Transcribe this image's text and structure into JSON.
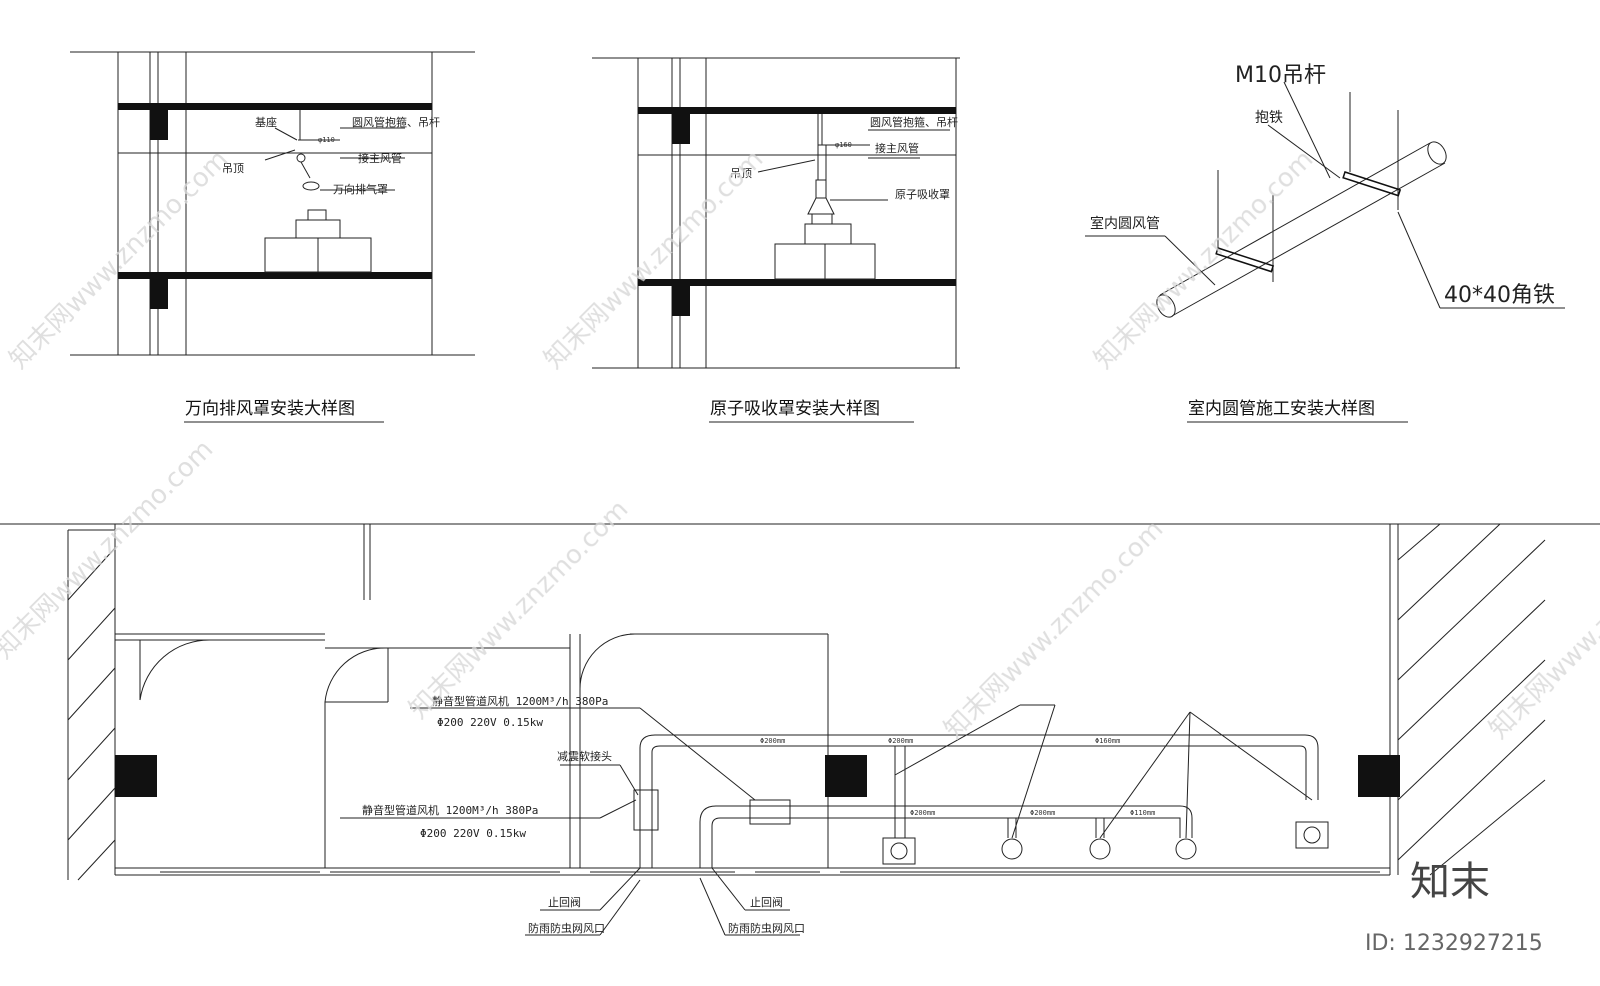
{
  "detail1": {
    "title": "万向排风罩安装大样图",
    "base": "基座",
    "hanger": "圆风管抱箍、吊杆",
    "ceiling": "吊顶",
    "pipe_size": "φ110",
    "connect": "接主风管",
    "hood": "万向排气罩"
  },
  "detail2": {
    "title": "原子吸收罩安装大样图",
    "hanger": "圆风管抱箍、吊杆",
    "ceiling": "吊顶",
    "pipe_size": "φ160",
    "connect": "接主风管",
    "hood": "原子吸收罩"
  },
  "detail3": {
    "title": "室内圆管施工安装大样图",
    "rod": "M10吊杆",
    "clamp": "抱铁",
    "pipe": "室内圆风管",
    "angle": "40*40角铁"
  },
  "plan": {
    "fan_upper_line1": "静音型管道风机 1200M³/h 380Pa",
    "fan_upper_line2": "Φ200 220V 0.15kw",
    "fan_lower_line1": "静音型管道风机 1200M³/h 380Pa",
    "fan_lower_line2": "Φ200 220V 0.15kw",
    "soft_joint": "减震软接头",
    "check_valve_left": "止回阀",
    "check_valve_right": "止回阀",
    "vent_left": "防雨防虫网风口",
    "vent_right": "防雨防虫网风口",
    "d200": "Φ200mm",
    "d160": "Φ160mm",
    "d110": "Φ110mm"
  },
  "watermark": {
    "text": "知末网www.znzmo.com",
    "brand": "知末",
    "id": "ID: 1232927215"
  }
}
